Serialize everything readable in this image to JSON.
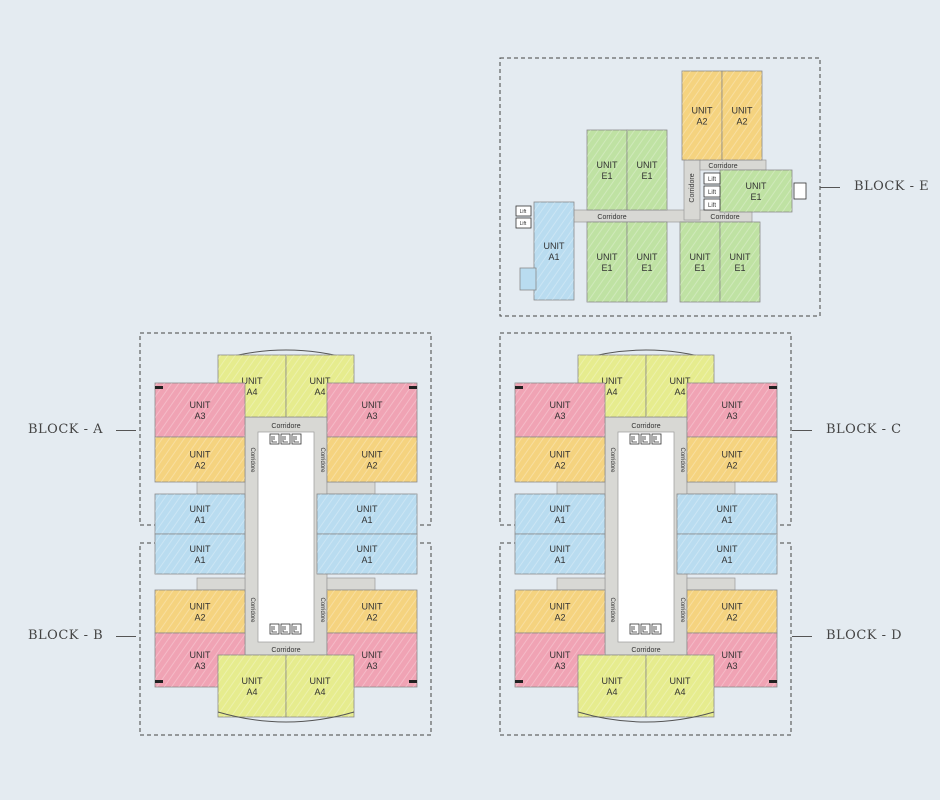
{
  "title": "Typical Floor Plan",
  "blocks": {
    "a": {
      "label": "BLOCK - A"
    },
    "b": {
      "label": "BLOCK - B"
    },
    "c": {
      "label": "BLOCK - C"
    },
    "d": {
      "label": "BLOCK - D"
    },
    "e": {
      "label": "BLOCK - E"
    }
  },
  "unit_word": "UNIT",
  "corridor_text": "Corridore",
  "lift_text": "Lift",
  "unit_types": [
    "A1",
    "A2",
    "A3",
    "A4",
    "E1"
  ],
  "colors": {
    "background": "#e4ebf1",
    "A1": "#b9dcf0",
    "A2": "#f5d37f",
    "A3": "#f0a3b4",
    "A4": "#e6ec8e",
    "E1": "#bfe2a3",
    "corridor": "#d8d8d4",
    "core": "#ffffff"
  }
}
